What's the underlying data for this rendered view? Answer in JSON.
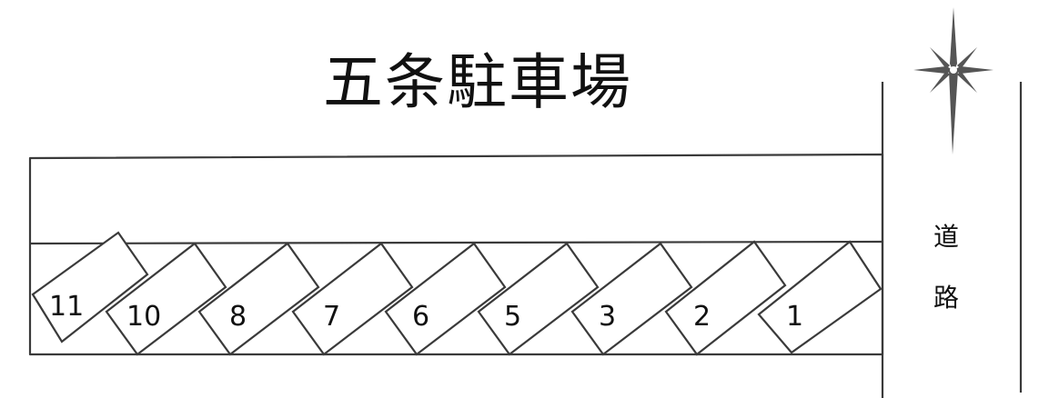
{
  "title": "五条駐車場",
  "road": {
    "label_line1": "道",
    "label_line2": "路"
  },
  "compass": {
    "icon": "compass-star-icon"
  },
  "colors": {
    "line": "#3a3a3a",
    "background": "#ffffff",
    "text": "#111111"
  },
  "parking_slots": [
    {
      "number": "11"
    },
    {
      "number": "10"
    },
    {
      "number": "8"
    },
    {
      "number": "7"
    },
    {
      "number": "6"
    },
    {
      "number": "5"
    },
    {
      "number": "3"
    },
    {
      "number": "2"
    },
    {
      "number": "1"
    }
  ]
}
